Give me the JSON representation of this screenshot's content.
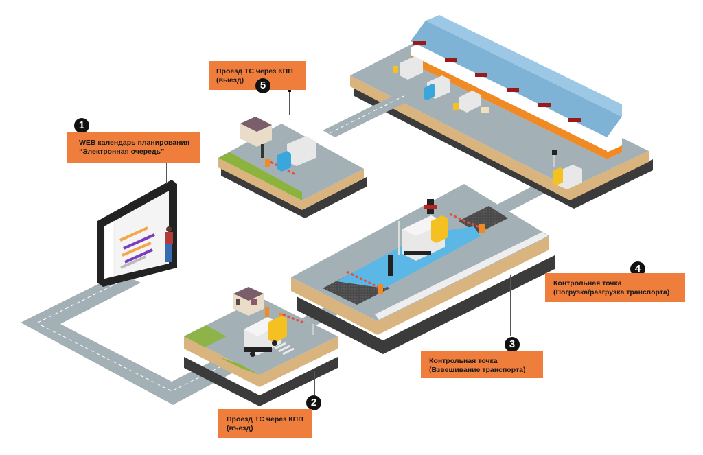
{
  "diagram": {
    "type": "isometric-logistics-flow",
    "steps": [
      {
        "number": "1",
        "line1": "WEB календарь планирования",
        "line2": "“Электронная очередь”",
        "element": "web-calendar-tablet"
      },
      {
        "number": "2",
        "line1": "Проезд ТС через КПП",
        "line2": "(въезд)",
        "element": "entry-checkpoint"
      },
      {
        "number": "3",
        "line1": "Контрольная точка",
        "line2": "(Взвешивание транспорта)",
        "element": "truck-scale"
      },
      {
        "number": "4",
        "line1": "Контрольная точка",
        "line2": "(Погрузка/разгрузка транспорта)",
        "element": "warehouse-docks"
      },
      {
        "number": "5",
        "line1": "Проезд ТС через КПП",
        "line2": "(выезд)",
        "element": "exit-checkpoint"
      }
    ],
    "colors": {
      "callout": "#ef7d3c",
      "badge": "#111111",
      "road": "#a3b1b7",
      "platform_side": "#d9b47e",
      "shadow": "#3b3b3b",
      "grass": "#8cb43c",
      "roof": "#7fb3d5",
      "warehouse_stripe": "#f08a24",
      "scale_zone": "#5bb8e6",
      "truck_cab_yellow": "#f5c021",
      "truck_cab_blue": "#3aa7dc"
    }
  }
}
